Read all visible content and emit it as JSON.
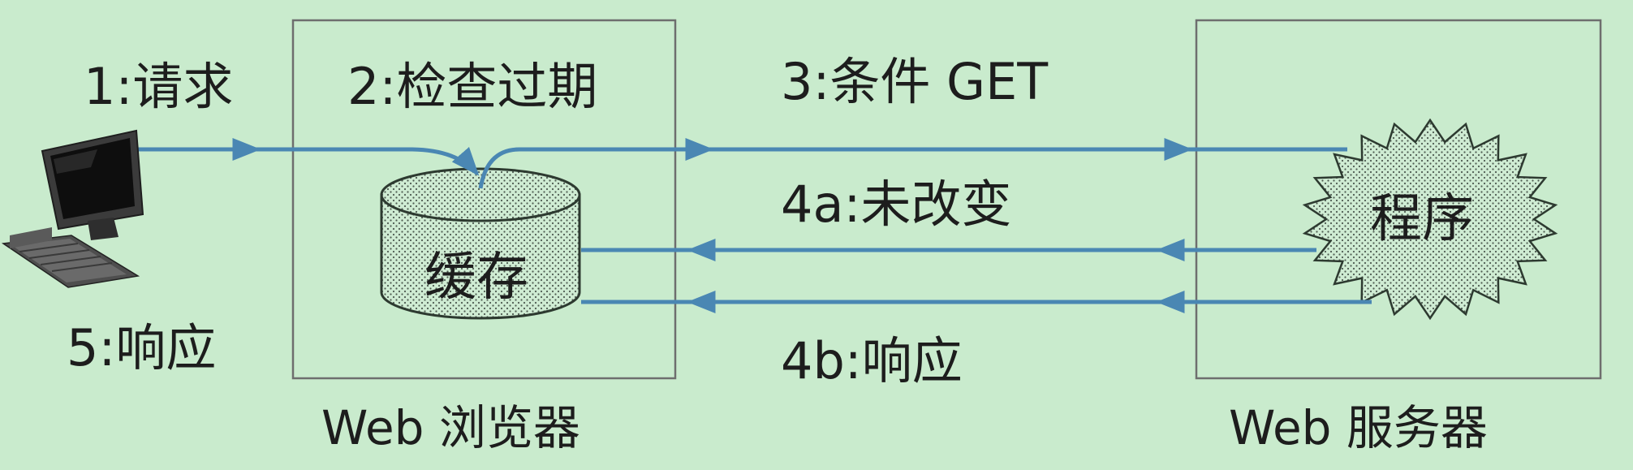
{
  "labels": {
    "step1": "1:请求",
    "step2": "2:检查过期",
    "step3": "3:条件 GET",
    "step4a": "4a:未改变",
    "step4b": "4b:响应",
    "step5": "5:响应"
  },
  "nodes": {
    "cache": "缓存",
    "program": "程序",
    "browser": "Web 浏览器",
    "server": "Web 服务器"
  },
  "colors": {
    "background": "#c9ebcd",
    "arrow": "#4a87b3",
    "box_stroke": "#6e6e6e",
    "text": "#1d1d1d"
  },
  "icons": {
    "client": "desktop-computer-icon"
  }
}
